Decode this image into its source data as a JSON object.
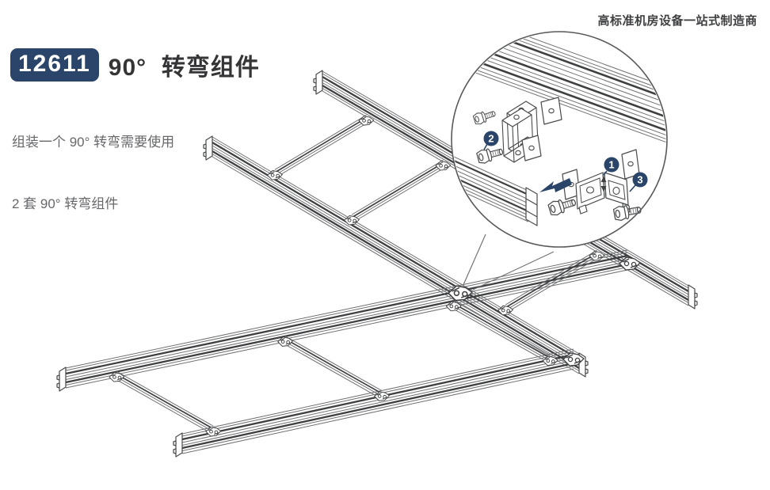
{
  "header": {
    "tagline": "高标准机房设备一站式制造商",
    "product_code": "12611",
    "product_title": "90°  转弯组件",
    "description": [
      "组装一个 90° 转弯需要使用",
      "2 套 90° 转弯组件"
    ]
  },
  "diagram": {
    "callouts": [
      {
        "label": "1"
      },
      {
        "label": "2"
      },
      {
        "label": "3"
      }
    ],
    "colors": {
      "accent_navy": "#2a4569",
      "line_dark": "#3e3f41",
      "line_mid": "#707173",
      "ring_gray": "#58595b",
      "part_stroke": "#4a4b4d"
    }
  }
}
